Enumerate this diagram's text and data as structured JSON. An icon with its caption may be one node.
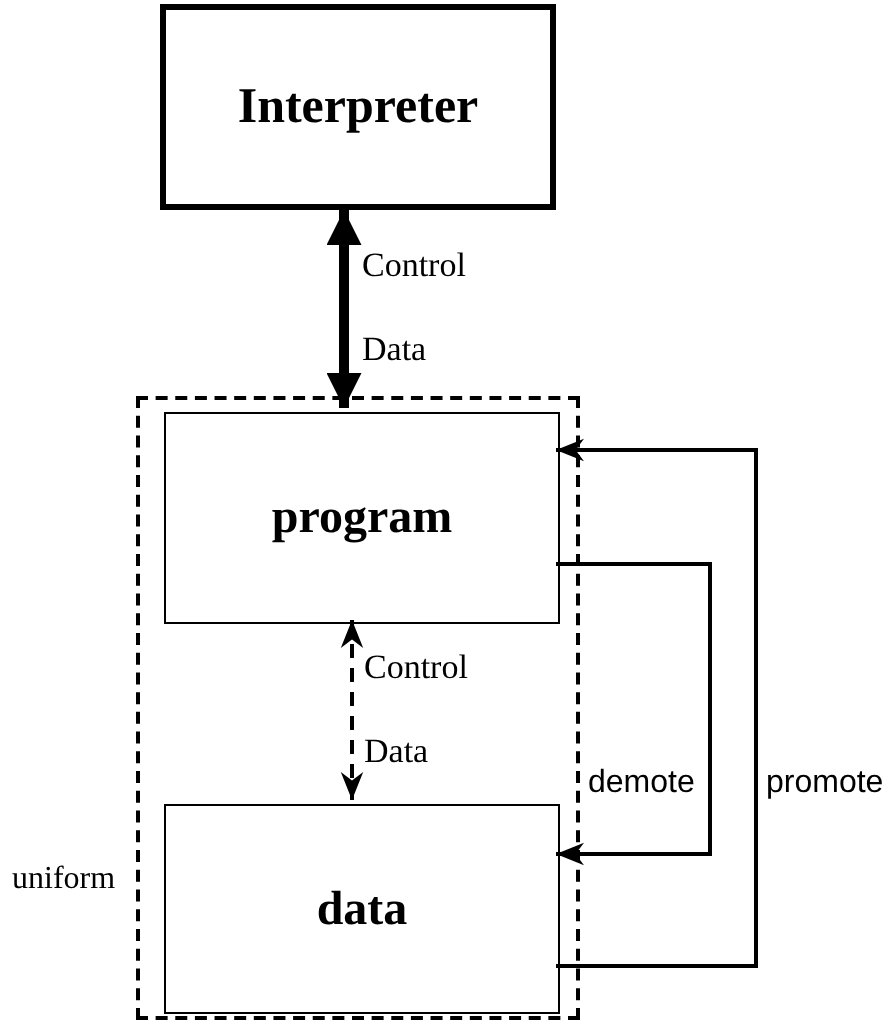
{
  "diagram": {
    "nodes": [
      {
        "text": [
          "Interpreter"
        ]
      },
      {
        "text": [
          "uniform"
        ]
      },
      {
        "text": [
          "program"
        ],
        "in": 1
      },
      {
        "text": [
          "data"
        ],
        "in": 1
      }
    ],
    "edges": [
      {
        "from": 0,
        "to": 2,
        "arrow": "both",
        "label": "Control Data",
        "style": "thick"
      },
      {
        "from": 2,
        "to": 3,
        "arrow": "both",
        "label": "Control Data",
        "style": "dashed"
      },
      {
        "from": 2,
        "to": 3,
        "arrow": "to",
        "label": "demote"
      },
      {
        "from": 3,
        "to": 2,
        "arrow": "to",
        "label": "promote"
      }
    ]
  }
}
